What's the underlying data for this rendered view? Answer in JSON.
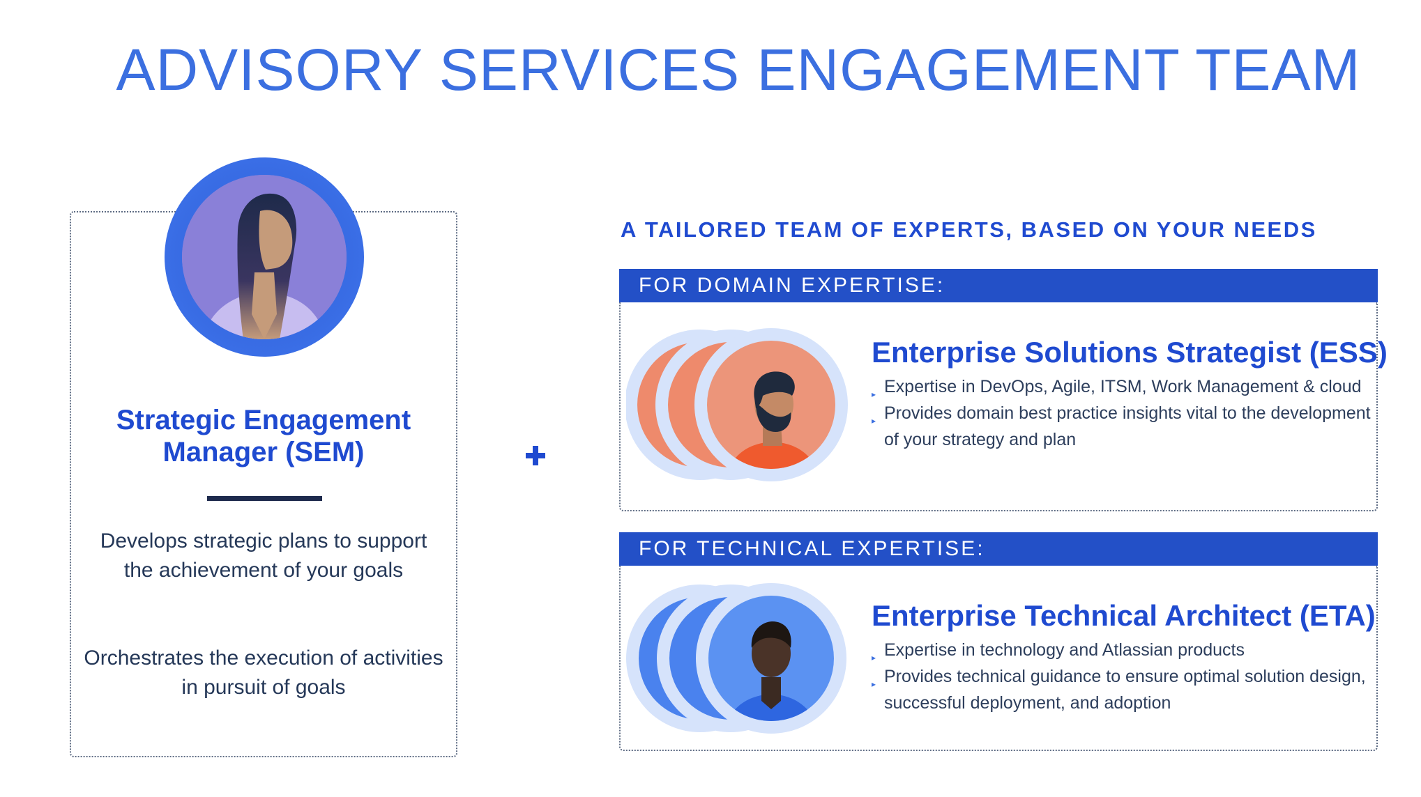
{
  "title": "ADVISORY SERVICES ENGAGEMENT TEAM",
  "sem": {
    "role": "Strategic Engagement Manager (SEM)",
    "descriptions": [
      "Develops strategic plans to support the achievement of your goals",
      "Orchestrates the execution of activities in pursuit of goals"
    ]
  },
  "subheading": "A TAILORED TEAM OF EXPERTS, BASED ON YOUR NEEDS",
  "domain": {
    "band": "FOR DOMAIN EXPERTISE:",
    "role": "Enterprise Solutions Strategist (ESS)",
    "bullets": [
      "Expertise in DevOps, Agile, ITSM, Work Management & cloud",
      "Provides domain best practice insights vital to the development of your strategy and plan"
    ]
  },
  "technical": {
    "band": "FOR TECHNICAL EXPERTISE:",
    "role": "Enterprise Technical Architect (ETA)",
    "bullets": [
      "Expertise in technology and Atlassian products",
      "Provides technical guidance to ensure optimal solution design, successful deployment, and adoption"
    ]
  },
  "colors": {
    "brand_blue": "#1f4ad0",
    "band_blue": "#2350c7",
    "title_blue": "#3b6fe0",
    "domain_avatar": "#ee8a6c",
    "technical_avatar": "#4a82ee",
    "sem_avatar": "#8a80d8"
  },
  "icons": [
    "plus-icon",
    "woman-avatar-icon",
    "bearded-man-avatar-icon",
    "man-avatar-icon"
  ]
}
